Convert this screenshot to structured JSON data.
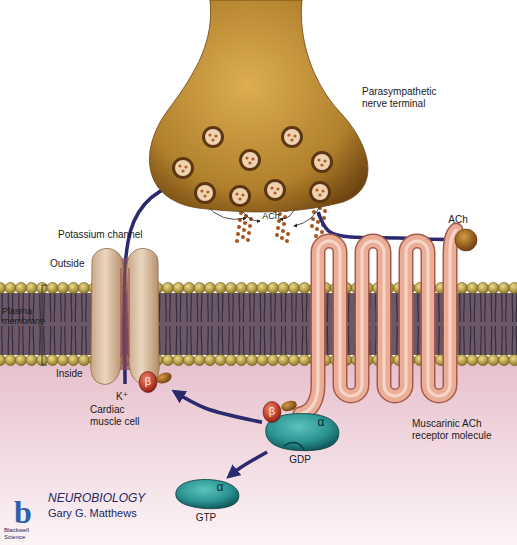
{
  "diagram": {
    "nodes": [
      {
        "text": [
          "Parasympathetic nerve terminal"
        ]
      },
      {
        "text": [
          "Potassium channel"
        ]
      },
      {
        "text": [
          "β"
        ]
      },
      {
        "text": [
          "Muscarinic ACh receptor molecule"
        ]
      },
      {
        "text": [
          "ACh"
        ]
      },
      {
        "text": [
          "β"
        ]
      },
      {
        "text": [
          "α",
          "GDP"
        ]
      },
      {
        "text": [
          "α",
          "GTP"
        ]
      }
    ],
    "edges": [
      {
        "from": 0,
        "to": 4,
        "arrow": "to"
      },
      {
        "from": 6,
        "to": 2,
        "arrow": "to"
      },
      {
        "from": 6,
        "to": 7,
        "arrow": "to"
      }
    ],
    "labels": [
      "ACh",
      "Outside",
      "Plasma membrane",
      "Inside",
      "K⁺",
      "Cardiac muscle cell",
      "NEUROBIOLOGY",
      "Gary G. Matthews",
      "b",
      "Blackwell Science"
    ]
  }
}
